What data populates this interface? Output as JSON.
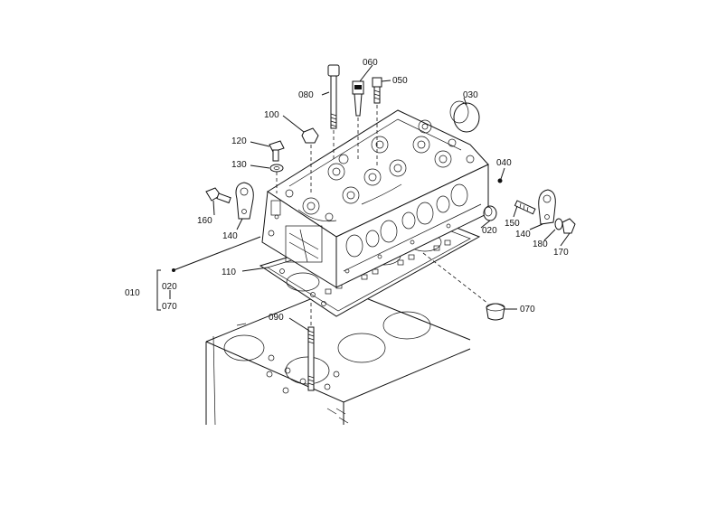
{
  "labels": {
    "p010": "010",
    "p020_group": "020",
    "p070_group": "070",
    "p020": "020",
    "p030": "030",
    "p040": "040",
    "p050": "050",
    "p060": "060",
    "p070": "070",
    "p080": "080",
    "p090": "090",
    "p100": "100",
    "p110": "110",
    "p120": "120",
    "p130": "130",
    "p140_left": "140",
    "p140_right": "140",
    "p150": "150",
    "p160": "160",
    "p170": "170",
    "p180": "180"
  }
}
